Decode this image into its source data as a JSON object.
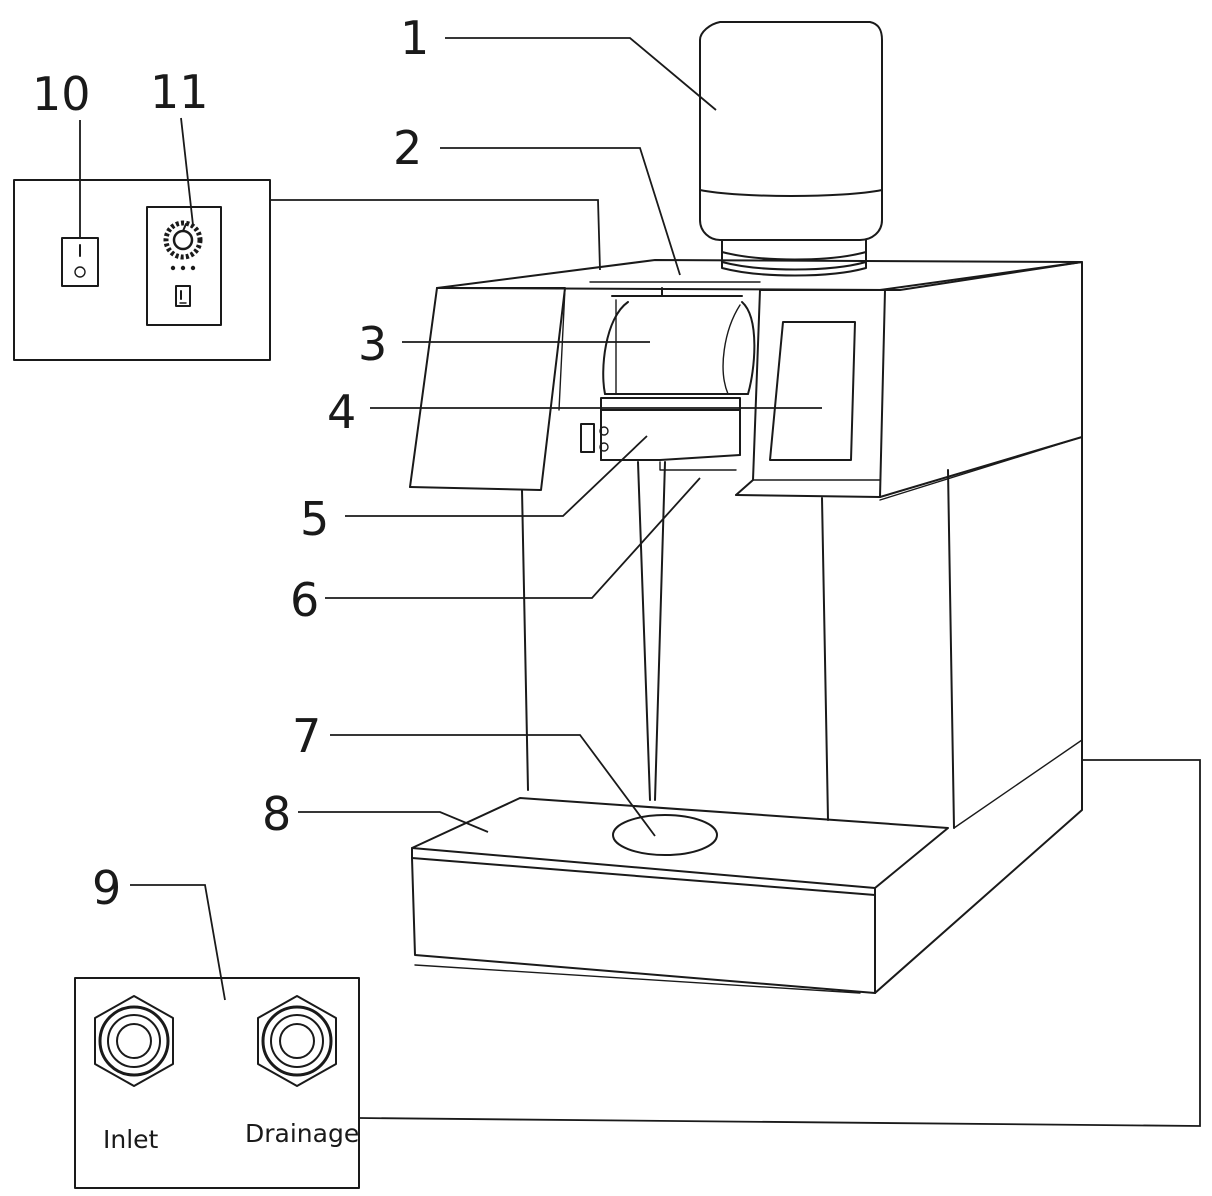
{
  "labels": {
    "n1": "1",
    "n2": "2",
    "n3": "3",
    "n4": "4",
    "n5": "5",
    "n6": "6",
    "n7": "7",
    "n8": "8",
    "n9": "9",
    "n10": "10",
    "n11": "11"
  },
  "ports": {
    "inlet": "Inlet",
    "drainage": "Drainage"
  },
  "colors": {
    "line": "#1a1a1a",
    "background": "#ffffff"
  }
}
